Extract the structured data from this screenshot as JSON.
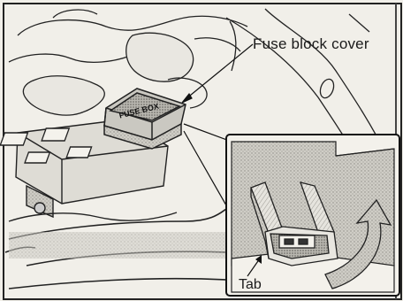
{
  "labels": {
    "fuse_block_cover": "Fuse block cover",
    "tab": "Tab",
    "box_lid_text": "FUSE BOX"
  }
}
